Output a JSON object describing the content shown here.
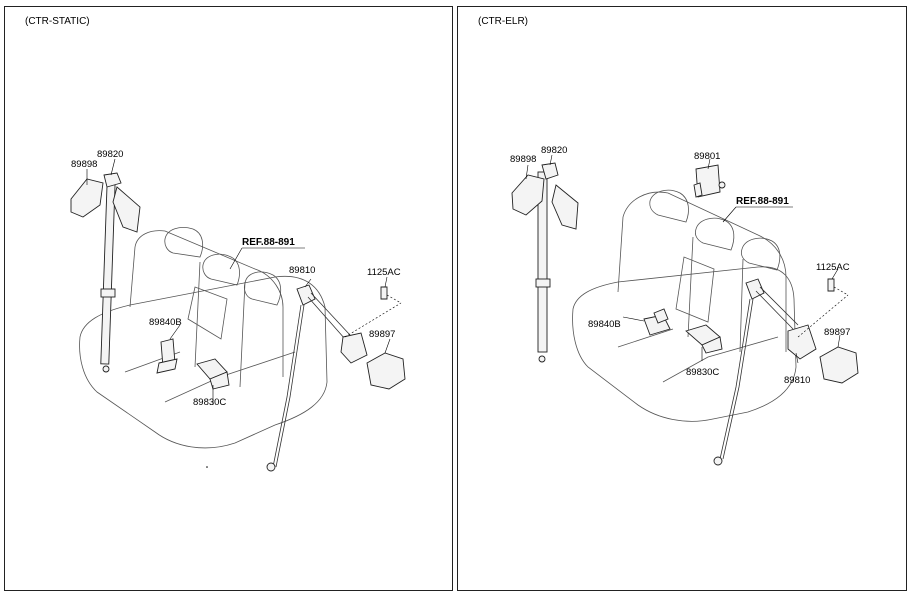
{
  "panels": [
    {
      "title": "(CTR-STATIC)",
      "labels": {
        "p89898": "89898",
        "p89820": "89820",
        "ref": "REF.88-891",
        "p89810": "89810",
        "p1125ac": "1125AC",
        "p89840b": "89840B",
        "p89897": "89897",
        "p89830c": "89830C"
      }
    },
    {
      "title": "(CTR-ELR)",
      "labels": {
        "p89898": "89898",
        "p89820": "89820",
        "p89801": "89801",
        "ref": "REF.88-891",
        "p1125ac": "1125AC",
        "p89840b": "89840B",
        "p89897": "89897",
        "p89830c": "89830C",
        "p89810": "89810"
      }
    }
  ]
}
